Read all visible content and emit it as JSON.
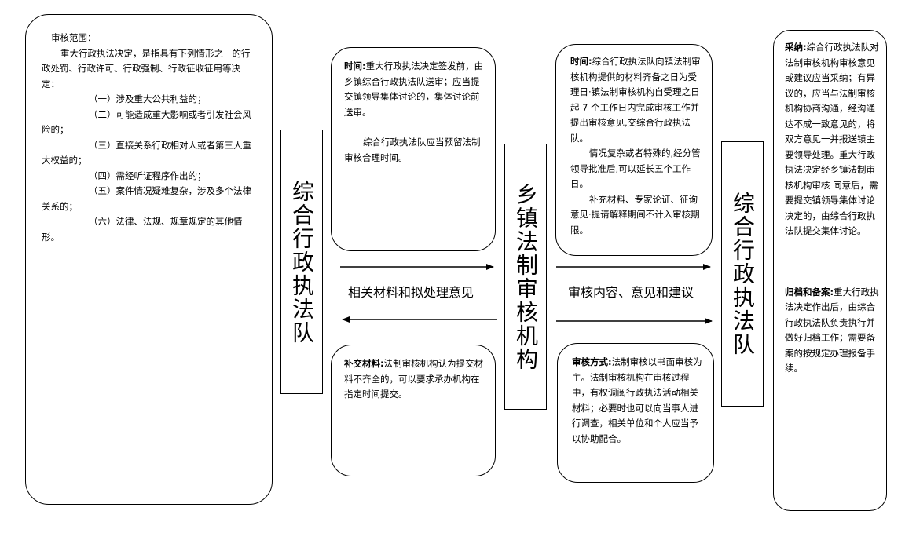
{
  "scope_box": {
    "title": "审核范围：",
    "intro": "重大行政执法决定，是指具有下列情形之一的行政处罚、行政许可、行政强制、行政征收征用等决定：",
    "items": [
      "（一）涉及重大公共利益的；",
      "（二）可能造成重大影响或者引发社会风险的；",
      "（三）直接关系行政相对人或者第三人重大权益的；",
      "（四）需经听证程序作出的；",
      "（五）案件情况疑难复杂，涉及多个法律关系的；",
      "（六）法律、法规、规章规定的其他情形。"
    ]
  },
  "nodes": {
    "left_team": "综合行政执法队",
    "center_review": "乡镇法制审核机构",
    "right_team": "综合行政执法队"
  },
  "flow_labels": {
    "materials": "相关材料和拟处理意见",
    "review_result": "审核内容、意见和建议"
  },
  "time_submit": {
    "label": "时间:",
    "text": "重大行政执法决定签发前，由乡镇综合行政执法队送审；应当提交镇领导集体讨论的，集体讨论前送审。",
    "note": "综合行政执法队应当预留法制审核合理时间。"
  },
  "supplement": {
    "label": "补交材料:",
    "text": "法制审核机构认为提交材料不齐全的，可以要求承办机构在指定时间提交。"
  },
  "time_review": {
    "label": "时间:",
    "text": "综合行政执法队向镇法制审核机构提供的材料齐备之日为受理日·镇法制审核机构自受理之日起 7 个工作日内完成审核工作并提出审核意见,交综合行政执法队。",
    "extend": "情况复杂或者特殊的,经分管领导批准后,可以延长五个工作日。",
    "exclude": "补充材料、专家论证、征询意见·提请解释期间不计入审核期限。"
  },
  "review_method": {
    "label": "审核方式:",
    "text": "法制审核以书面审核为主。法制审核机构在审核过程中，有权调阅行政执法活动相关材料；必要时也可以向当事人进行调查，相关单位和个人应当予以协助配合。"
  },
  "adoption": {
    "label": "采纳:",
    "text": "综合行政执法队对法制审核机构审核意见或建议应当采纳；有异议的，应当与法制审核机构协商沟通，经沟通达不成一致意见的，将双方意见一并报送镇主要领导处理。重大行政执法决定经乡镇法制审核机构审核 同意后，需要提交镇领导集体讨论决定的，由综合行政执法队提交集体讨论。"
  },
  "archive": {
    "label": "归档和备案:",
    "text": "重大行政执法决定作出后，由综合行政执法队负责执行并做好归档工作；需要备案的按规定办理报备手续。"
  }
}
